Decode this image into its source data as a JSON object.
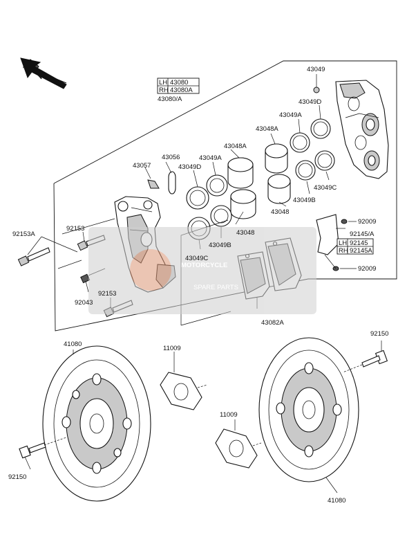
{
  "labels": {
    "p43049": "43049",
    "p43049D_top": "43049D",
    "p43049A_top": "43049A",
    "p43048A_right": "43048A",
    "p43080": "43080/A",
    "p43056": "43056",
    "p43057": "43057",
    "p43049D_left": "43049D",
    "p43049A_left": "43049A",
    "p43048A_left": "43048A",
    "p92153A": "92153A",
    "p92153_top": "92153",
    "p43048_left": "43048",
    "p43049B_left": "43049B",
    "p43049C_left": "43049C",
    "p92043": "92043",
    "p92153_bottom": "92153",
    "p43048_right": "43048",
    "p43049B_right": "43049B",
    "p43049C_right": "43049C",
    "p92009_top": "92009",
    "p92145": "92145/A",
    "p92009_bottom": "92009",
    "p43082A": "43082A",
    "p41080_left": "41080",
    "p11009_top": "11009",
    "p92150_left": "92150",
    "p92150_right": "92150",
    "p11009_bottom": "11009",
    "p41080_right": "41080"
  },
  "caliper_table": {
    "lh_label": "LH",
    "lh_part": "43080",
    "rh_label": "RH",
    "rh_part": "43080A"
  },
  "bracket_table": {
    "lh_label": "LH",
    "lh_part": "92145",
    "rh_label": "RH",
    "rh_part": "92145A"
  },
  "watermark": {
    "line1": "MOTORCYCLE",
    "line2": "SPARE PARTS"
  }
}
